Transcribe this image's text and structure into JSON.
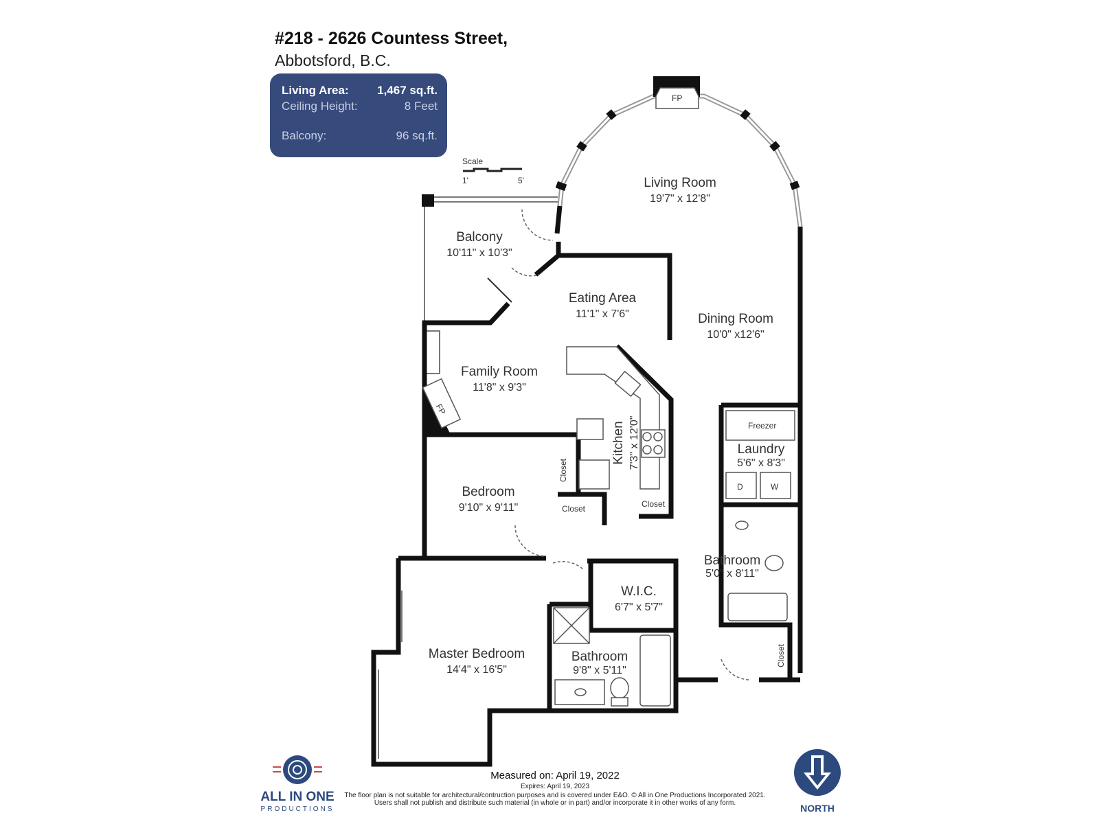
{
  "header": {
    "address_line1": "#218 - 2626 Countess Street,",
    "address_line2": "Abbotsford, B.C."
  },
  "info": {
    "living_area_label": "Living Area:",
    "living_area_value": "1,467 sq.ft.",
    "ceiling_label": "Ceiling Height:",
    "ceiling_value": "8 Feet",
    "balcony_label": "Balcony:",
    "balcony_value": "96 sq.ft."
  },
  "scale": {
    "label": "Scale",
    "left": "1'",
    "right": "5'"
  },
  "rooms": {
    "living": {
      "name": "Living Room",
      "dims": "19'7\" x 12'8\""
    },
    "balcony": {
      "name": "Balcony",
      "dims": "10'11\" x 10'3\""
    },
    "eating": {
      "name": "Eating Area",
      "dims": "11'1\" x 7'6\""
    },
    "dining": {
      "name": "Dining Room",
      "dims": "10'0\" x12'6\""
    },
    "family": {
      "name": "Family Room",
      "dims": "11'8\" x 9'3\""
    },
    "kitchen": {
      "name": "Kitchen",
      "dims": "7'3\" x 12'0\""
    },
    "laundry": {
      "name": "Laundry",
      "dims": "5'6\" x 8'3\""
    },
    "bedroom": {
      "name": "Bedroom",
      "dims": "9'10\" x 9'11\""
    },
    "bathroom1": {
      "name": "Bathroom",
      "dims": "5'0\" x 8'11\""
    },
    "wic": {
      "name": "W.I.C.",
      "dims": "6'7\" x 5'7\""
    },
    "master": {
      "name": "Master Bedroom",
      "dims": "14'4\" x 16'5\""
    },
    "bathroom2": {
      "name": "Bathroom",
      "dims": "9'8\" x 5'11\""
    }
  },
  "labels": {
    "fp": "FP",
    "closet": "Closet",
    "freezer": "Freezer",
    "dryer": "D",
    "washer": "W"
  },
  "footer": {
    "measured": "Measured on:  April 19, 2022",
    "expires": "Expires:  April 19, 2023",
    "disclaimer1": "The floor plan is not suitable for architectural/contruction purposes and is covered under E&O. © All in One Productions Incorporated 2021.",
    "disclaimer2": "Users shall not publish and distribute such material (in whole or in part) and/or incorporate it in other works of any form.",
    "logo_line1": "ALL IN ONE",
    "logo_line2": "PRODUCTIONS",
    "north": "NORTH"
  },
  "colors": {
    "infobox": "#364a7c",
    "compass": "#2d4a7f",
    "wall": "#111111"
  }
}
